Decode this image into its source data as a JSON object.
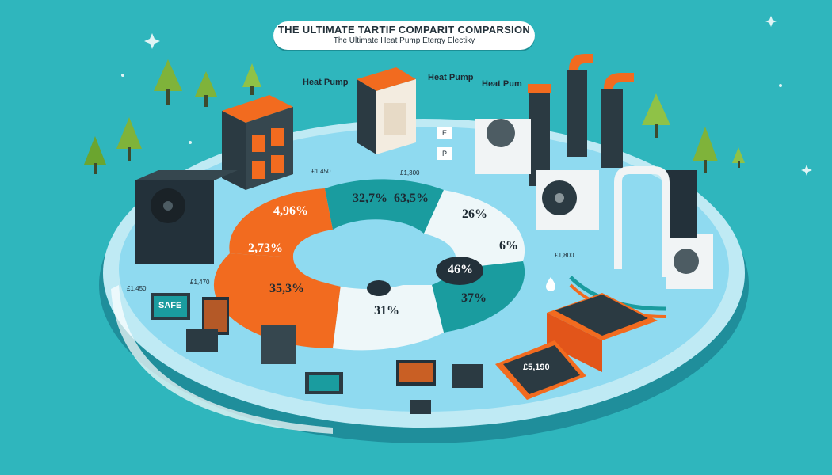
{
  "header": {
    "title": "THE ULTIMATE TARTIF COMPARIT COMPARSION",
    "subtitle": "The Ultimate Heat Pump Etergy Electiky"
  },
  "labels": {
    "heat_pump_1": "Heat Pump",
    "heat_pump_2": "Heat Pump",
    "heat_pum_3": "Heat Pum",
    "tag_e": "E",
    "tag_p": "P"
  },
  "percentages": {
    "p1": "4,96%",
    "p2": "2,73%",
    "p3": "35,3%",
    "p4": "32,7%",
    "p5": "63,5%",
    "p6": "26%",
    "p7": "46%",
    "p8": "6%",
    "p9": "37%",
    "p10": "31%"
  },
  "side_values": {
    "v1": "£1.450",
    "v2": "£1,300",
    "v3": "£1,800",
    "v4": "£1,470",
    "v5": "£1,450"
  },
  "screen_text": {
    "left_card": "SAFE",
    "price_card": "£5,190"
  },
  "colors": {
    "background": "#2fb6bd",
    "platform": "#8fdaf0",
    "orange": "#f26b1f",
    "teal": "#1a9c9f",
    "dark": "#23313a"
  },
  "icons": [
    "tree-icon",
    "sparkle-icon",
    "fan-icon",
    "building-icon",
    "chimney-icon",
    "laptop-icon",
    "tablet-icon",
    "water-drop-icon"
  ]
}
